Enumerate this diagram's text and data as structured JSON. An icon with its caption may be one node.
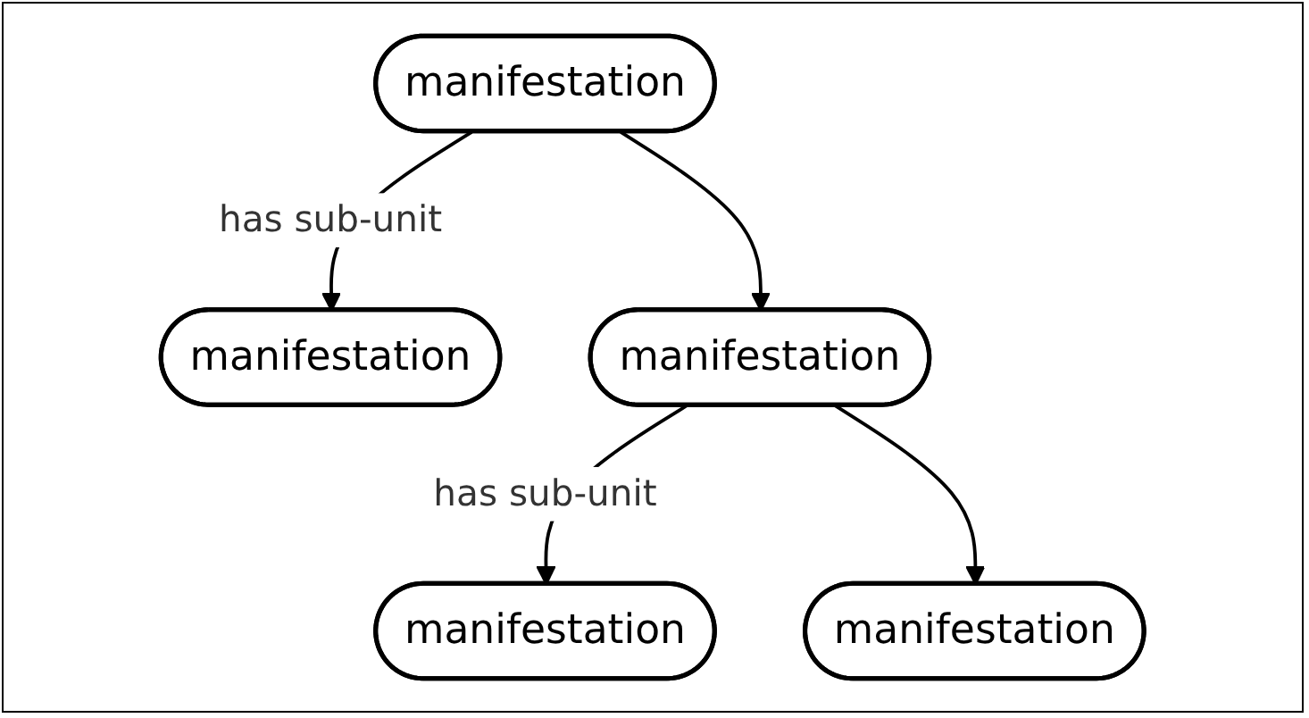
{
  "diagram": {
    "nodes": [
      {
        "text": [
          "manifestation"
        ]
      },
      {
        "text": [
          "manifestation"
        ]
      },
      {
        "text": [
          "manifestation"
        ]
      },
      {
        "text": [
          "manifestation"
        ]
      },
      {
        "text": [
          "manifestation"
        ]
      }
    ],
    "edges": [
      {
        "from": 0,
        "to": 1,
        "arrow": "to",
        "label": "has sub-unit"
      },
      {
        "from": 0,
        "to": 2,
        "arrow": "to"
      },
      {
        "from": 2,
        "to": 3,
        "arrow": "to",
        "label": "has sub-unit"
      },
      {
        "from": 2,
        "to": 4,
        "arrow": "to"
      }
    ]
  }
}
